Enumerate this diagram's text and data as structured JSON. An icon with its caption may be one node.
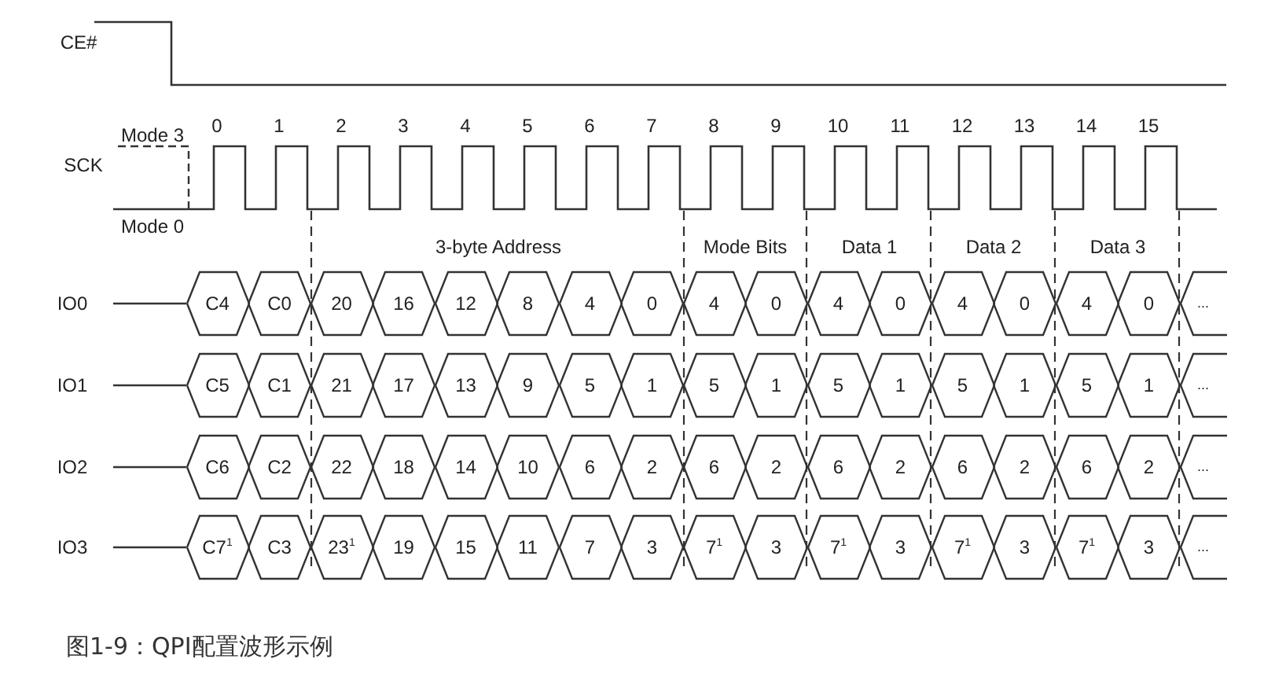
{
  "diagram": {
    "caption": "图1-9：QPI配置波形示例",
    "nodes": [
      {
        "text": [
          "C4"
        ]
      },
      {
        "text": [
          "C0"
        ]
      },
      {
        "text": [
          "20"
        ]
      },
      {
        "text": [
          "16"
        ]
      },
      {
        "text": [
          "12"
        ]
      },
      {
        "text": [
          "8"
        ]
      },
      {
        "text": [
          "4"
        ]
      },
      {
        "text": [
          "0"
        ]
      },
      {
        "text": [
          "4"
        ]
      },
      {
        "text": [
          "0"
        ]
      },
      {
        "text": [
          "4"
        ]
      },
      {
        "text": [
          "0"
        ]
      },
      {
        "text": [
          "4"
        ]
      },
      {
        "text": [
          "0"
        ]
      },
      {
        "text": [
          "4"
        ]
      },
      {
        "text": [
          "0"
        ]
      },
      {
        "text": [
          "..."
        ]
      },
      {
        "text": [
          "C5"
        ]
      },
      {
        "text": [
          "C1"
        ]
      },
      {
        "text": [
          "21"
        ]
      },
      {
        "text": [
          "17"
        ]
      },
      {
        "text": [
          "13"
        ]
      },
      {
        "text": [
          "9"
        ]
      },
      {
        "text": [
          "5"
        ]
      },
      {
        "text": [
          "1"
        ]
      },
      {
        "text": [
          "5"
        ]
      },
      {
        "text": [
          "1"
        ]
      },
      {
        "text": [
          "5"
        ]
      },
      {
        "text": [
          "1"
        ]
      },
      {
        "text": [
          "5"
        ]
      },
      {
        "text": [
          "1"
        ]
      },
      {
        "text": [
          "5"
        ]
      },
      {
        "text": [
          "1"
        ]
      },
      {
        "text": [
          "..."
        ]
      },
      {
        "text": [
          "C6"
        ]
      },
      {
        "text": [
          "C2"
        ]
      },
      {
        "text": [
          "22"
        ]
      },
      {
        "text": [
          "18"
        ]
      },
      {
        "text": [
          "14"
        ]
      },
      {
        "text": [
          "10"
        ]
      },
      {
        "text": [
          "6"
        ]
      },
      {
        "text": [
          "2"
        ]
      },
      {
        "text": [
          "6"
        ]
      },
      {
        "text": [
          "2"
        ]
      },
      {
        "text": [
          "6"
        ]
      },
      {
        "text": [
          "2"
        ]
      },
      {
        "text": [
          "6"
        ]
      },
      {
        "text": [
          "2"
        ]
      },
      {
        "text": [
          "6"
        ]
      },
      {
        "text": [
          "2"
        ]
      },
      {
        "text": [
          "..."
        ]
      },
      {
        "text": [
          "C7$^{1}$"
        ]
      },
      {
        "text": [
          "C3"
        ]
      },
      {
        "text": [
          "23$^{1}$"
        ]
      },
      {
        "text": [
          "19"
        ]
      },
      {
        "text": [
          "15"
        ]
      },
      {
        "text": [
          "11"
        ]
      },
      {
        "text": [
          "7"
        ]
      },
      {
        "text": [
          "3"
        ]
      },
      {
        "text": [
          "7$^{1}$"
        ]
      },
      {
        "text": [
          "3"
        ]
      },
      {
        "text": [
          "7$^{1}$"
        ]
      },
      {
        "text": [
          "3"
        ]
      },
      {
        "text": [
          "7$^{1}$"
        ]
      },
      {
        "text": [
          "3"
        ]
      },
      {
        "text": [
          "7$^{1}$"
        ]
      },
      {
        "text": [
          "3"
        ]
      },
      {
        "text": [
          "..."
        ]
      }
    ],
    "labels": [
      "CE#",
      "Mode 3",
      "0",
      "1",
      "2",
      "3",
      "4",
      "5",
      "6",
      "7",
      "8",
      "9",
      "10",
      "11",
      "12",
      "13",
      "14",
      "15",
      "SCK",
      "Mode 0",
      "3-byte Address",
      "Mode Bits",
      "Data 1",
      "Data 2",
      "Data 3",
      "IO0",
      "IO1",
      "IO2",
      "IO3"
    ]
  }
}
